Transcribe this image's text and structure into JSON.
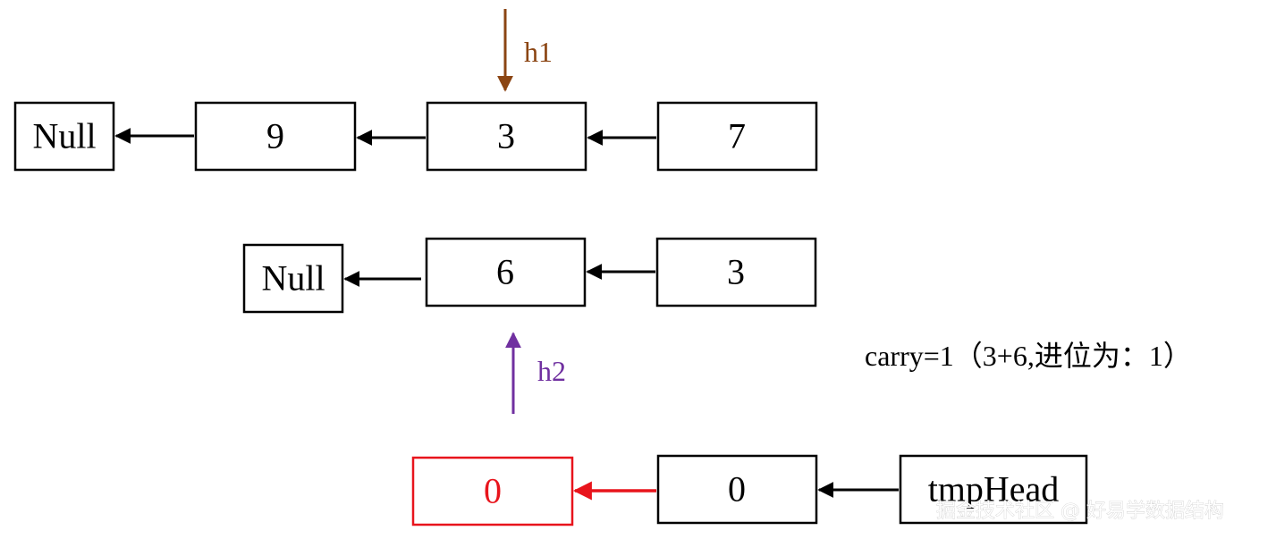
{
  "list1": {
    "nodes": [
      {
        "label": "Null"
      },
      {
        "label": "9"
      },
      {
        "label": "3"
      },
      {
        "label": "7"
      }
    ]
  },
  "list2": {
    "nodes": [
      {
        "label": "Null"
      },
      {
        "label": "6"
      },
      {
        "label": "3"
      }
    ]
  },
  "result": {
    "nodes": [
      {
        "label": "0",
        "highlight": true
      },
      {
        "label": "0"
      },
      {
        "label": "tmpHead"
      }
    ]
  },
  "pointers": {
    "h1": {
      "label": "h1",
      "color": "#8b4513"
    },
    "h2": {
      "label": "h2",
      "color": "#7030a0"
    }
  },
  "colors": {
    "link": "#000000",
    "new_link": "#e8141c",
    "new_node": "#e8141c"
  },
  "note": "carry=1（3+6,进位为：1）",
  "watermark": "掘金技术社区 @ 好易学数据结构"
}
